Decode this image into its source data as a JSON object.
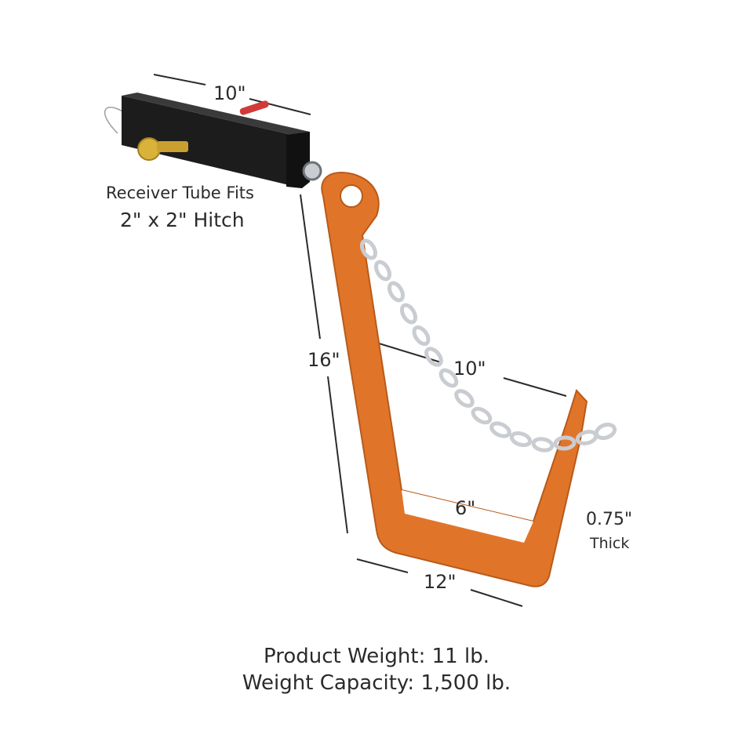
{
  "dimensions": {
    "receiver_length": "10\"",
    "hook_height": "16\"",
    "chain_length": "10\"",
    "inner_width": "6\"",
    "outer_width": "12\"",
    "thickness_value": "0.75\"",
    "thickness_word": "Thick"
  },
  "receiver_note": {
    "line1": "Receiver Tube Fits",
    "line2": "2\" x 2\" Hitch"
  },
  "specs": {
    "weight": "Product Weight: 11 lb.",
    "capacity": "Weight Capacity: 1,500 lb."
  },
  "colors": {
    "steel_orange": "#e0752a",
    "receiver_black": "#1c1c1c",
    "pin_red": "#d23a3a",
    "chain_silver": "#c9cdd2",
    "dimension_line": "#2b2b2b"
  }
}
